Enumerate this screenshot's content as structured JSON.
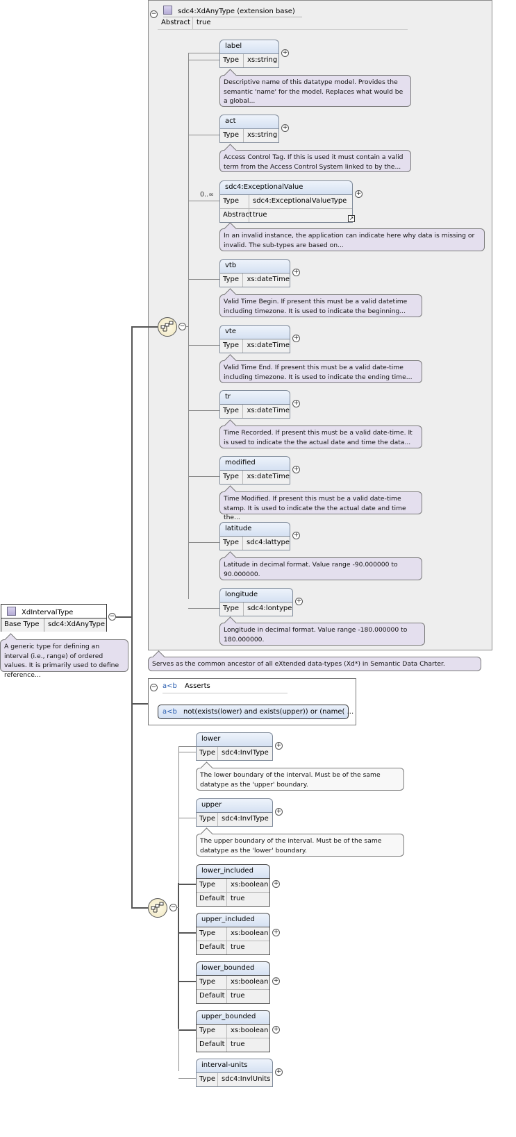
{
  "extension": {
    "title": "sdc4:XdAnyType (extension base)",
    "abstract_key": "Abstract",
    "abstract_value": "true",
    "doc": "Serves as the common ancestor of all eXtended data-types (Xd*) in Semantic Data Charter.",
    "elements": [
      {
        "name": "label",
        "type_key": "Type",
        "type": "xs:string",
        "doc": "Descriptive name of this datatype model. Provides the semantic 'name' for the model. Replaces what would be a global..."
      },
      {
        "name": "act",
        "type_key": "Type",
        "type": "xs:string",
        "doc": "Access Control Tag. If this is used it must contain a valid term from the Access Control System linked to by the..."
      },
      {
        "name": "sdc4:ExceptionalValue",
        "type_key": "Type",
        "type": "sdc4:ExceptionalValueType",
        "abstract_key": "Abstract",
        "abstract": "true",
        "occurs": "0..∞",
        "doc": "In an invalid instance, the application can indicate here why data is missing or invalid. The sub-types are based on..."
      },
      {
        "name": "vtb",
        "type_key": "Type",
        "type": "xs:dateTime",
        "doc": "Valid Time Begin. If present this must be a valid datetime including timezone. It is used to indicate the beginning..."
      },
      {
        "name": "vte",
        "type_key": "Type",
        "type": "xs:dateTime",
        "doc": "Valid Time End. If present this must be a valid date-time including timezone. It is used to indicate the ending time..."
      },
      {
        "name": "tr",
        "type_key": "Type",
        "type": "xs:dateTime",
        "doc": "Time Recorded. If present this must be a valid date-time. It is used to indicate the the actual date and time the data..."
      },
      {
        "name": "modified",
        "type_key": "Type",
        "type": "xs:dateTime",
        "doc": "Time Modified. If present this must be a valid date-time stamp. It is used to indicate the the actual date and time the..."
      },
      {
        "name": "latitude",
        "type_key": "Type",
        "type": "sdc4:lattype",
        "doc": "Latitude in decimal format. Value range -90.000000 to 90.000000."
      },
      {
        "name": "longitude",
        "type_key": "Type",
        "type": "sdc4:lontype",
        "doc": "Longitude in decimal format. Value range -180.000000 to 180.000000."
      }
    ]
  },
  "root": {
    "name": "XdIntervalType",
    "base_key": "Base Type",
    "base_value": "sdc4:XdAnyType",
    "doc": "A generic type for defining an interval (i.e., range) of ordered values. It is primarily used to define reference..."
  },
  "asserts": {
    "icon": "a<b",
    "title": "Asserts",
    "expr": "not(exists(lower) and exists(upper)) or (name( ..."
  },
  "own": [
    {
      "name": "lower",
      "type_key": "Type",
      "type": "sdc4:InvlType",
      "doc": "The lower boundary of the interval. Must be of the same datatype as the 'upper' boundary."
    },
    {
      "name": "upper",
      "type_key": "Type",
      "type": "sdc4:InvlType",
      "doc": "The upper boundary of the interval. Must be of the same datatype as the 'lower' boundary."
    },
    {
      "name": "lower_included",
      "type_key": "Type",
      "type": "xs:boolean",
      "default_key": "Default",
      "default": "true"
    },
    {
      "name": "upper_included",
      "type_key": "Type",
      "type": "xs:boolean",
      "default_key": "Default",
      "default": "true"
    },
    {
      "name": "lower_bounded",
      "type_key": "Type",
      "type": "xs:boolean",
      "default_key": "Default",
      "default": "true"
    },
    {
      "name": "upper_bounded",
      "type_key": "Type",
      "type": "xs:boolean",
      "default_key": "Default",
      "default": "true"
    },
    {
      "name": "interval-units",
      "type_key": "Type",
      "type": "sdc4:InvlUnits"
    }
  ],
  "symbols": {
    "plus": "+",
    "minus": "−"
  }
}
